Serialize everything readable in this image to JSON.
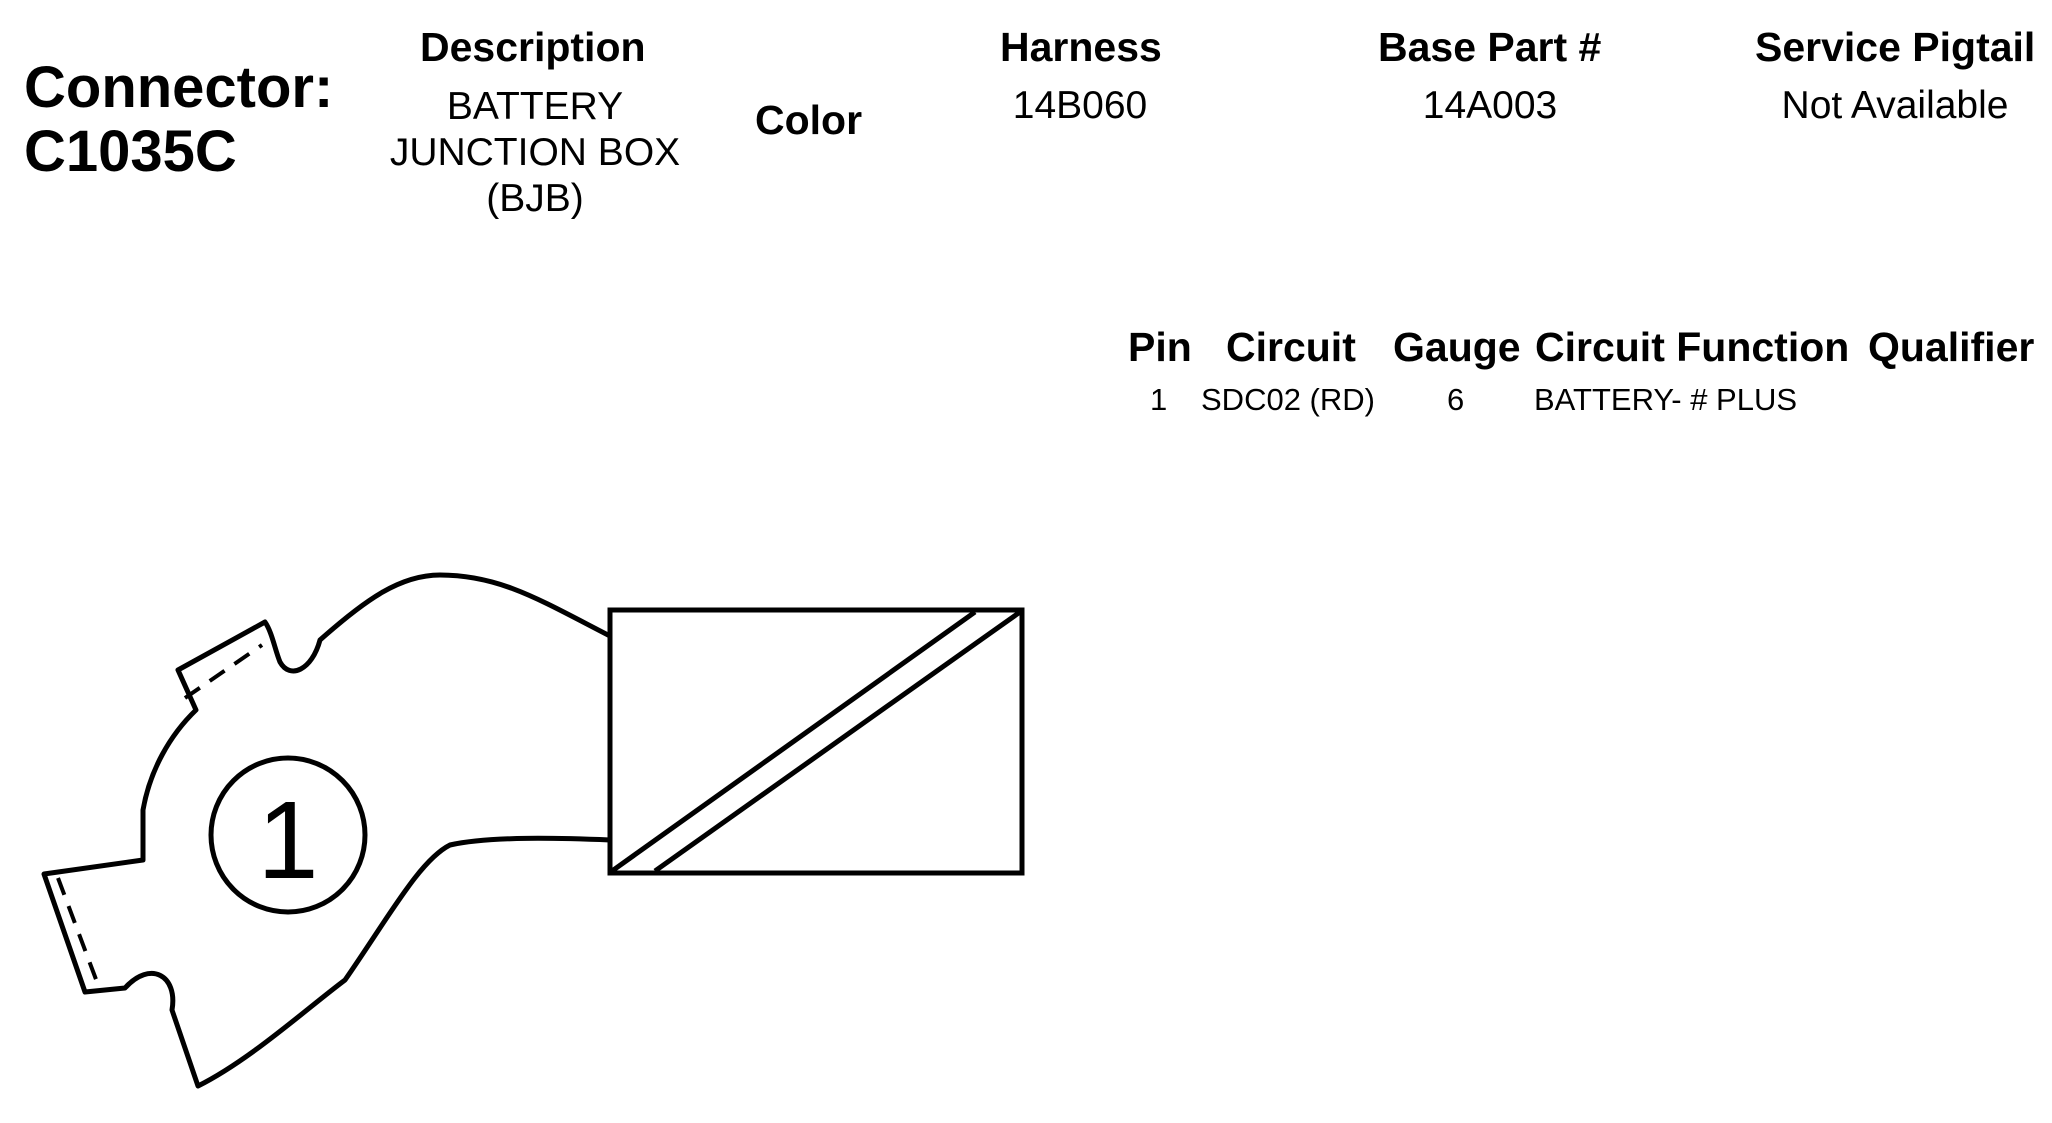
{
  "connector": {
    "label": "Connector:",
    "id": "C1035C"
  },
  "header": {
    "description_label": "Description",
    "description_lines": [
      "BATTERY",
      "JUNCTION BOX",
      "(BJB)"
    ],
    "color_label": "Color",
    "harness_label": "Harness",
    "harness_value": "14B060",
    "base_part_label": "Base Part #",
    "base_part_value": "14A003",
    "service_pigtail_label": "Service Pigtail",
    "service_pigtail_value": "Not Available"
  },
  "pin_table": {
    "columns": [
      "Pin",
      "Circuit",
      "Gauge",
      "Circuit Function",
      "Qualifier"
    ],
    "rows": [
      {
        "pin": "1",
        "circuit": "SDC02 (RD)",
        "gauge": "6",
        "function": "BATTERY- # PLUS",
        "qualifier": ""
      }
    ]
  },
  "diagram": {
    "pin_label": "1"
  }
}
